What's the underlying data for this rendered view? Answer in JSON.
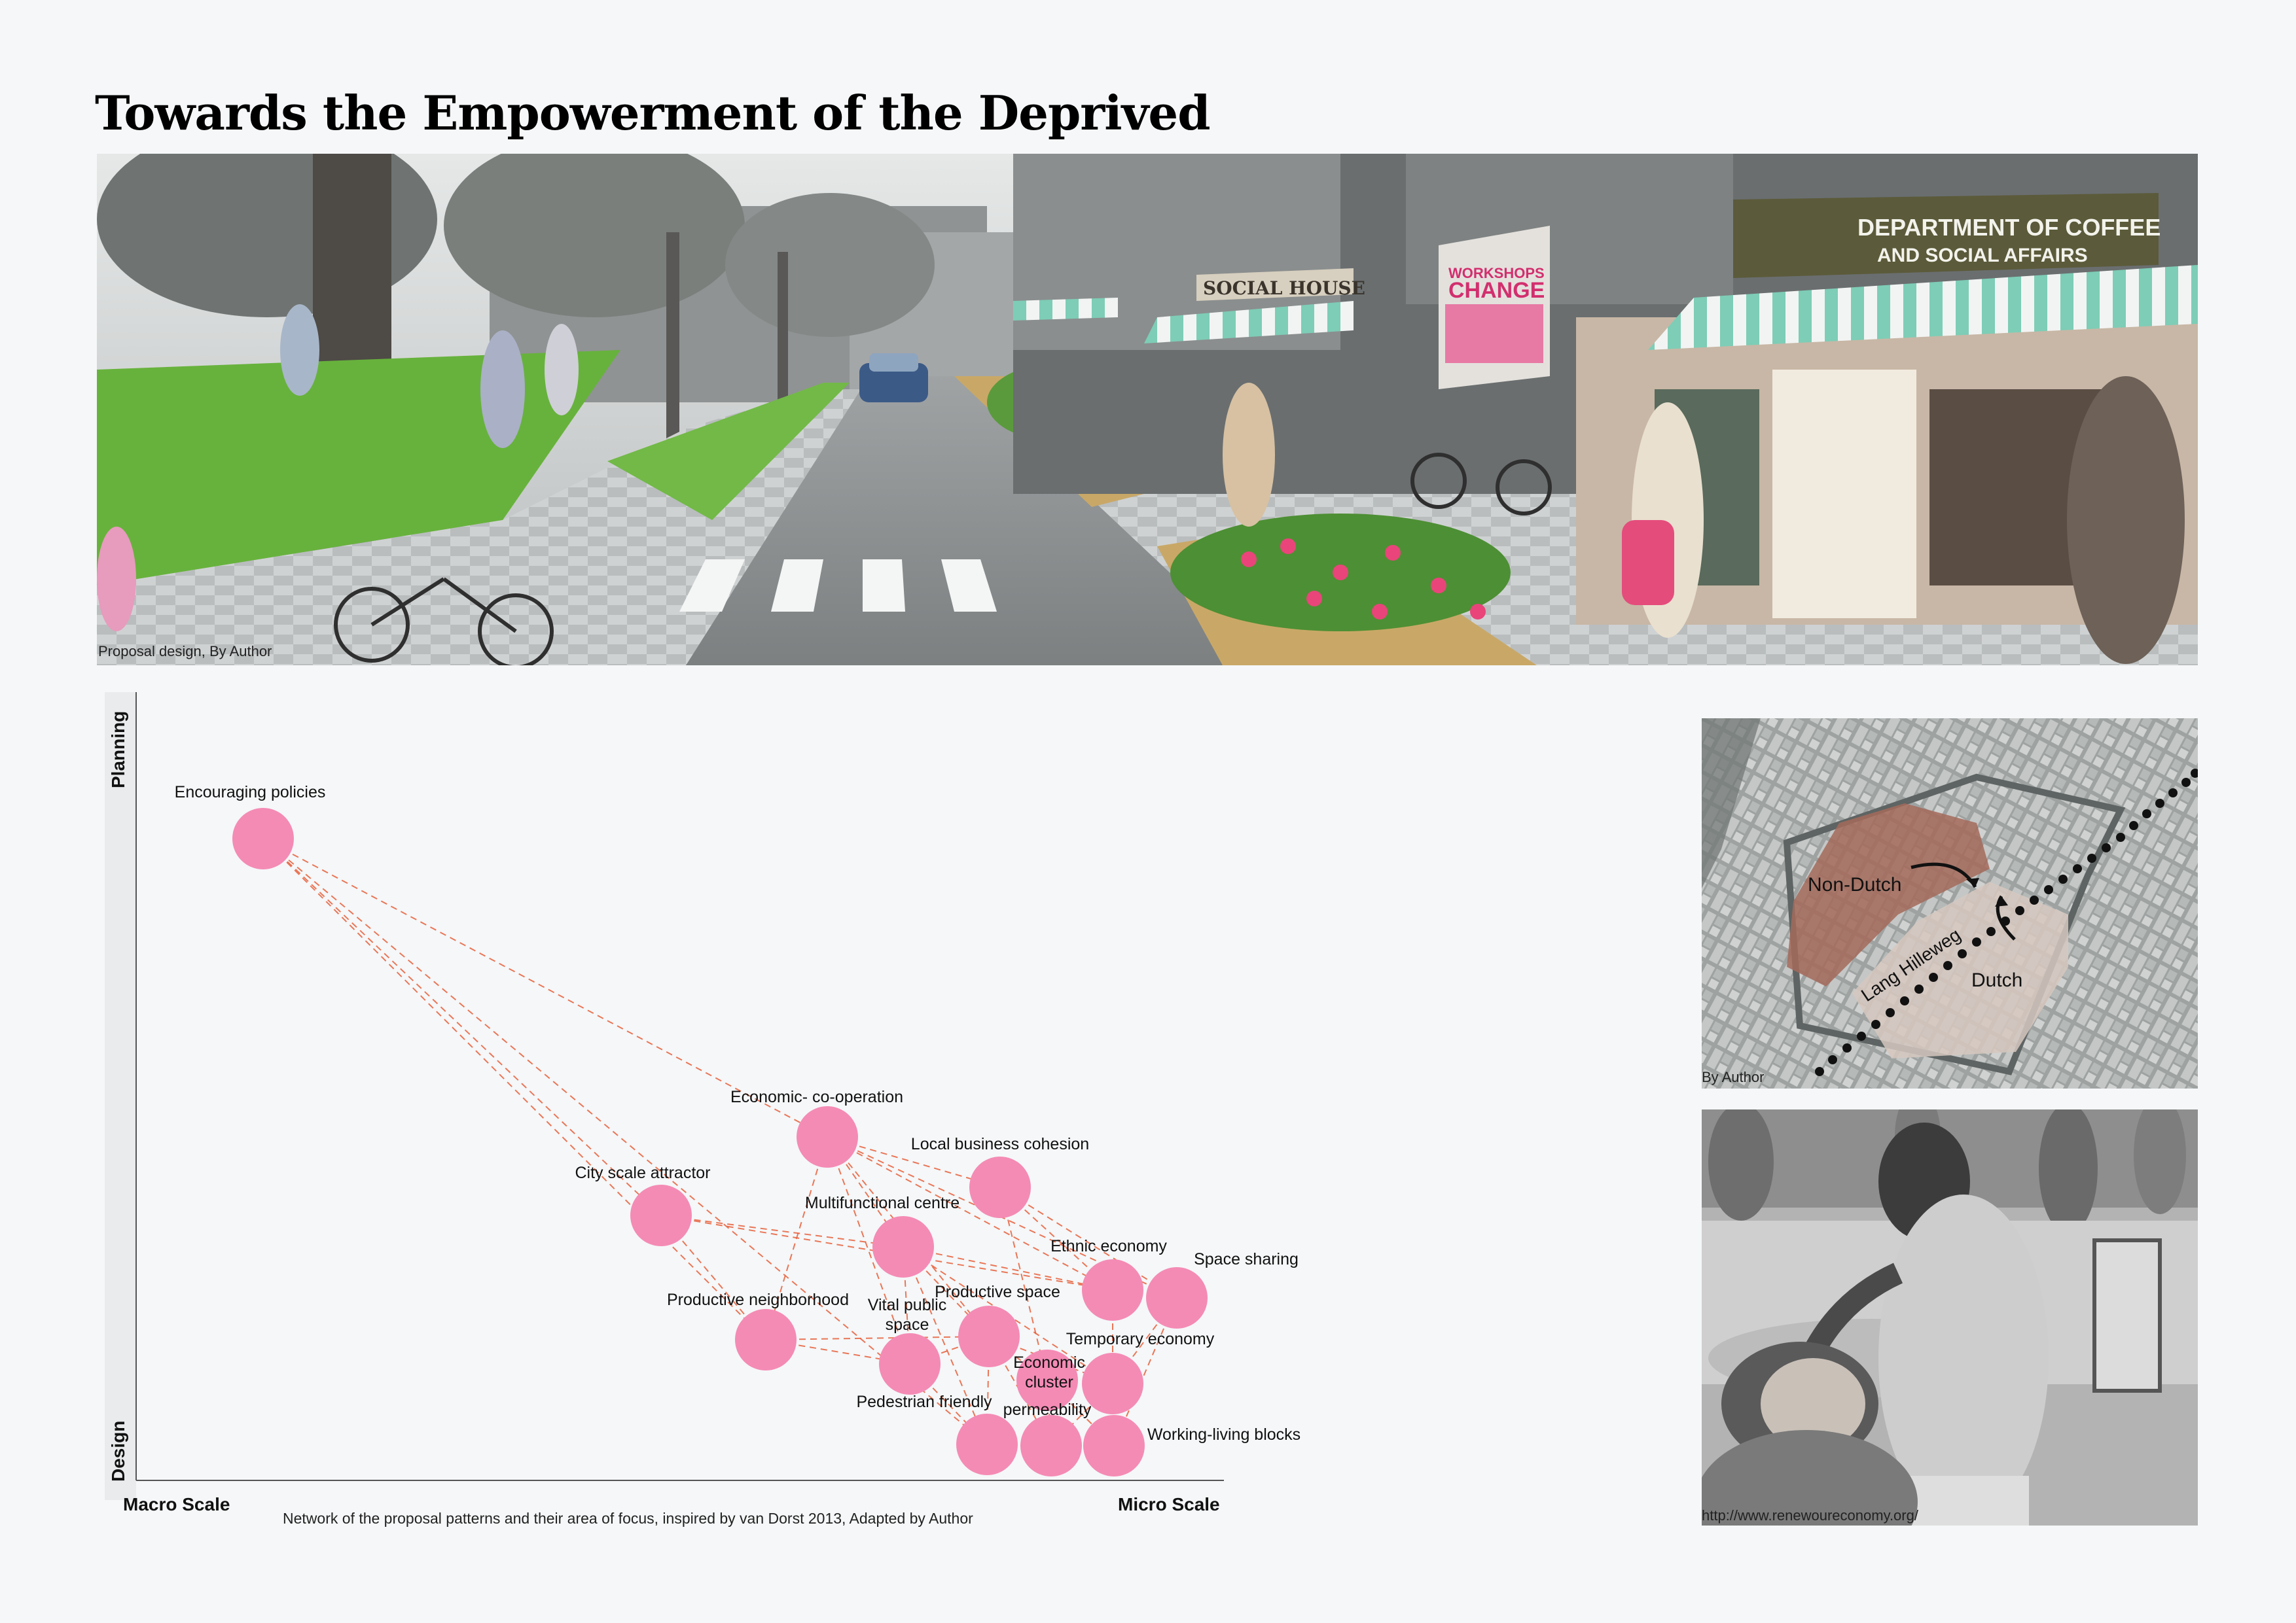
{
  "page": {
    "title": "Towards the Empowerment of the Deprived"
  },
  "hero": {
    "caption": "Proposal design, By Author",
    "signs": {
      "shop1_line1": "DEPARTMENT OF COFFEE",
      "shop1_line2": "AND SOCIAL AFFAIRS",
      "shop2": "SOCIAL HOUSE",
      "banner_line1": "WORKSHOPS",
      "banner_line2": "CHANGE"
    }
  },
  "network": {
    "axes": {
      "x_left": "Macro Scale",
      "x_right": "Micro Scale",
      "y_top": "Planning",
      "y_bottom": "Design"
    },
    "caption": "Network of the proposal patterns and their area of focus, inspired by van Dorst 2013, Adapted by Author",
    "colors": {
      "node": "#f48bb5",
      "edge": "#e8603c"
    },
    "nodes": [
      {
        "id": "encouraging",
        "label": "Encouraging policies"
      },
      {
        "id": "econcoop",
        "label": "Economic- co-operation"
      },
      {
        "id": "localbiz",
        "label": "Local business cohesion"
      },
      {
        "id": "cityscale",
        "label": "City scale attractor"
      },
      {
        "id": "multifunc",
        "label": "Multifunctional centre"
      },
      {
        "id": "ethnic",
        "label": "Ethnic economy"
      },
      {
        "id": "spacesharing",
        "label": "Space sharing"
      },
      {
        "id": "prodneigh",
        "label": "Productive neighborhood"
      },
      {
        "id": "prodspace",
        "label": "Productive space"
      },
      {
        "id": "vital",
        "label": "Vital public space"
      },
      {
        "id": "temporary",
        "label": "Temporary economy"
      },
      {
        "id": "cluster",
        "label": "Economic cluster"
      },
      {
        "id": "pedestrian",
        "label": "Pedestrian friendly"
      },
      {
        "id": "permeability",
        "label": "permeability"
      },
      {
        "id": "working",
        "label": "Working-living blocks"
      }
    ],
    "edges": [
      [
        "encouraging",
        "econcoop"
      ],
      [
        "encouraging",
        "cityscale"
      ],
      [
        "encouraging",
        "prodneigh"
      ],
      [
        "encouraging",
        "pedestrian"
      ],
      [
        "econcoop",
        "localbiz"
      ],
      [
        "econcoop",
        "multifunc"
      ],
      [
        "econcoop",
        "prodneigh"
      ],
      [
        "econcoop",
        "ethnic"
      ],
      [
        "econcoop",
        "spacesharing"
      ],
      [
        "econcoop",
        "prodspace"
      ],
      [
        "econcoop",
        "vital"
      ],
      [
        "localbiz",
        "ethnic"
      ],
      [
        "localbiz",
        "spacesharing"
      ],
      [
        "localbiz",
        "cluster"
      ],
      [
        "cityscale",
        "prodneigh"
      ],
      [
        "cityscale",
        "ethnic"
      ],
      [
        "cityscale",
        "multifunc"
      ],
      [
        "multifunc",
        "ethnic"
      ],
      [
        "multifunc",
        "prodspace"
      ],
      [
        "multifunc",
        "vital"
      ],
      [
        "multifunc",
        "pedestrian"
      ],
      [
        "multifunc",
        "temporary"
      ],
      [
        "prodneigh",
        "prodspace"
      ],
      [
        "prodneigh",
        "vital"
      ],
      [
        "prodspace",
        "temporary"
      ],
      [
        "prodspace",
        "cluster"
      ],
      [
        "prodspace",
        "permeability"
      ],
      [
        "prodspace",
        "pedestrian"
      ],
      [
        "vital",
        "pedestrian"
      ],
      [
        "vital",
        "prodspace"
      ],
      [
        "ethnic",
        "temporary"
      ],
      [
        "spacesharing",
        "temporary"
      ],
      [
        "spacesharing",
        "working"
      ],
      [
        "temporary",
        "working"
      ],
      [
        "temporary",
        "permeability"
      ],
      [
        "cluster",
        "permeability"
      ],
      [
        "cluster",
        "working"
      ],
      [
        "pedestrian",
        "permeability"
      ],
      [
        "permeability",
        "working"
      ]
    ]
  },
  "map": {
    "caption": "By Author",
    "labels": {
      "nondutch": "Non-Dutch",
      "dutch": "Dutch",
      "street": "Lang Hilleweg"
    },
    "colors": {
      "nondutch": "#a36a5a",
      "dutch": "#d6c8bf"
    }
  },
  "photo": {
    "caption": "http://www.renewoureconomy.org/"
  }
}
